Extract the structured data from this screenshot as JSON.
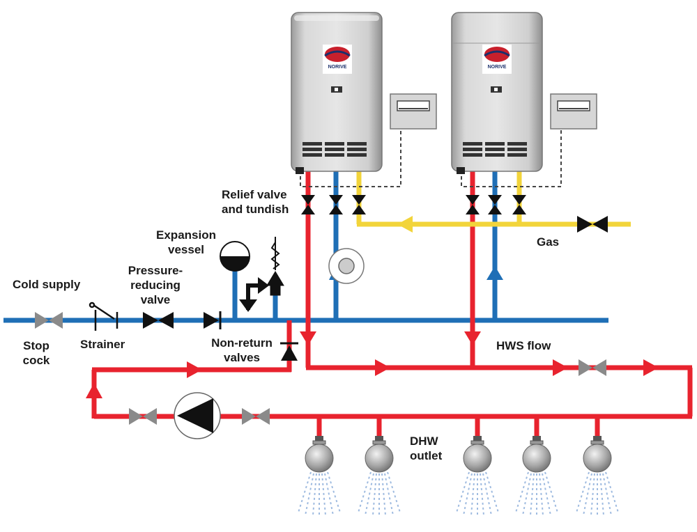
{
  "labels": {
    "cold_supply": "Cold supply",
    "stop_cock": [
      "Stop",
      "cock"
    ],
    "strainer": "Strainer",
    "prv": [
      "Pressure-",
      "reducing",
      "valve"
    ],
    "expansion": [
      "Expansion",
      "vessel"
    ],
    "non_return": [
      "Non-return",
      "valves"
    ],
    "relief": [
      "Relief valve",
      "and tundish"
    ],
    "gas": "Gas",
    "hws_flow": "HWS flow",
    "dhw": [
      "DHW",
      "outlet"
    ]
  },
  "colors": {
    "cold": "#1f6fb6",
    "hot": "#e8232e",
    "gas": "#f2d43a",
    "valve_grey": "#8a8a8a",
    "heater_body": "#c8c8c8"
  },
  "icons": {
    "heater": "water-heater-icon",
    "pump": "circulating-pump-icon",
    "shower": "shower-head-icon",
    "controller": "controller-panel-icon"
  }
}
